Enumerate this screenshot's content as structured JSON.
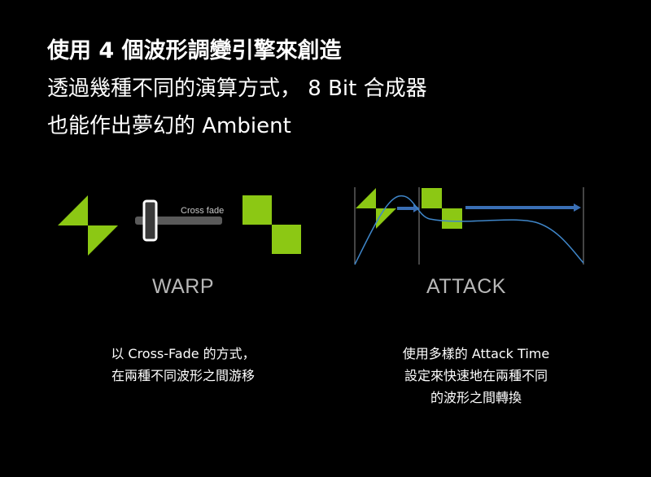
{
  "headline": {
    "line1": "使用 4 個波形調變引擎來創造",
    "line2": "透過幾種不同的演算方式， 8 Bit 合成器",
    "line3": "也能作出夢幻的 Ambient"
  },
  "warp": {
    "slider_label": "Cross fade",
    "title": "WARP",
    "caption_line1": "以 Cross-Fade 的方式，",
    "caption_line2": "在兩種不同波形之間游移"
  },
  "attack": {
    "title": "ATTACK",
    "caption_line1": "使用多樣的 Attack Time",
    "caption_line2": "設定來快速地在兩種不同",
    "caption_line3": "的波形之間轉換"
  },
  "colors": {
    "background": "#000000",
    "accent_green": "#8cc814",
    "arrow_blue": "#3a6fb5",
    "curve_blue": "#3f86c9",
    "slider_gray": "#5a5a5a"
  }
}
